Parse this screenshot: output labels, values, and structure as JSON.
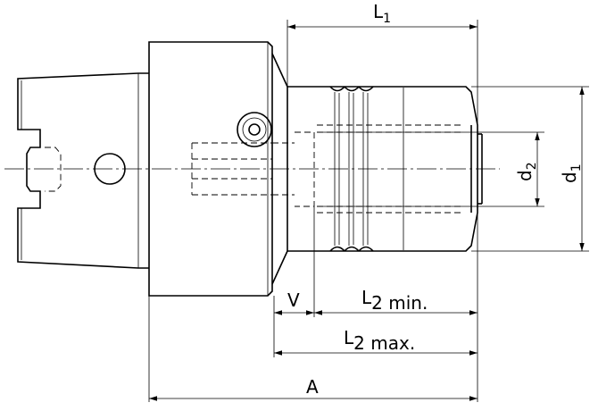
{
  "dimensions": {
    "L1": {
      "main": "L",
      "sub": "1"
    },
    "d1": {
      "main": "d",
      "sub": "1"
    },
    "d2": {
      "main": "d",
      "sub": "2"
    },
    "V": {
      "main": "V"
    },
    "L2min": {
      "main": "L",
      "sub": "2 min."
    },
    "L2max": {
      "main": "L",
      "sub": "2 max."
    },
    "A": {
      "main": "A"
    }
  }
}
